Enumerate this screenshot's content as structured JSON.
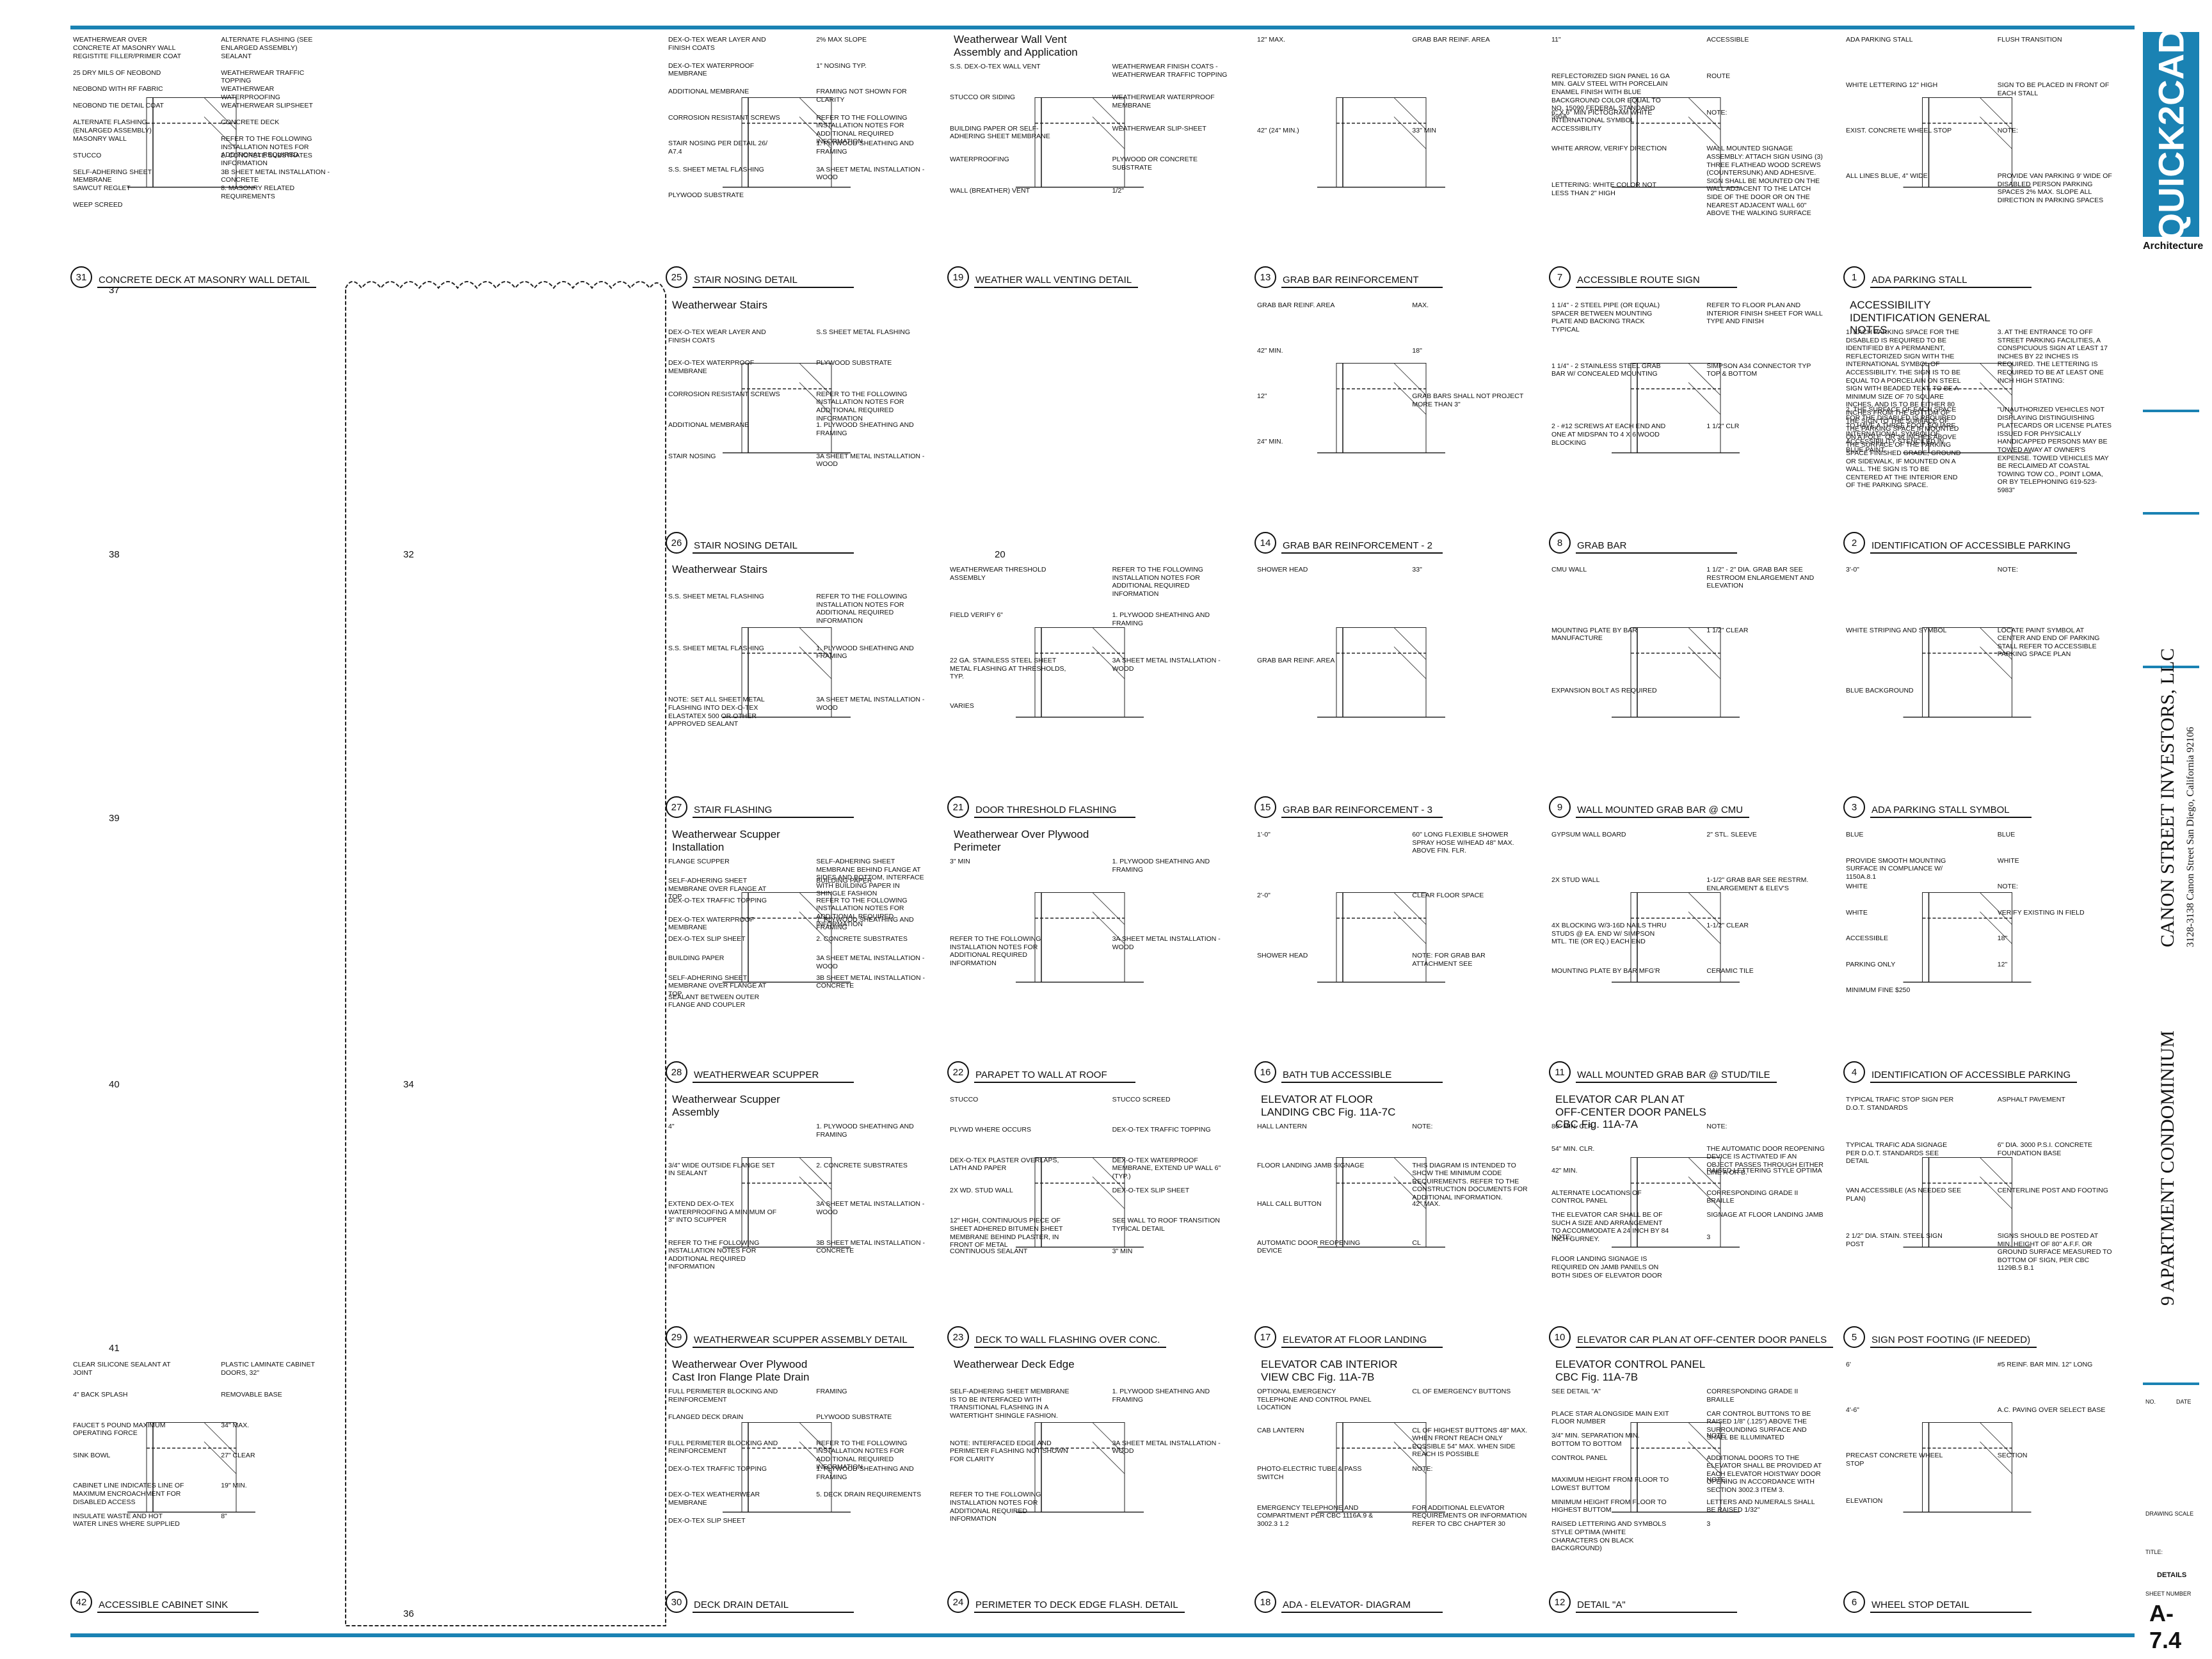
{
  "title_block": {
    "logo": "QUICK2CAD",
    "firm": "Architecture",
    "client": "CANON STREET INVESTORS, LLC",
    "address": "3128-3138 Canon Street San Diego, California 92106",
    "project": "9 APARTMENT CONDOMINIUM",
    "fields": [
      "NO.",
      "DATE",
      "DRAWING SCALE",
      "TITLE:",
      "DETAILS",
      "SHEET NUMBER"
    ],
    "sheet_number": "A-7.4"
  },
  "row_numbers": [
    "37",
    "38",
    "39",
    "40",
    "41",
    "32",
    "34",
    "36",
    "20"
  ],
  "details": [
    {
      "n": "31",
      "title": "CONCRETE DECK AT MASONRY WALL DETAIL",
      "heading": "",
      "notes": [
        "WEATHERWEAR OVER CONCRETE AT MASONRY WALL",
        "REGISTITE FILLER/PRIMER COAT",
        "25 DRY MILS OF NEOBOND",
        "NEOBOND WITH RF FABRIC",
        "NEOBOND TIE DETAIL COAT",
        "ALTERNATE FLASHING (ENLARGED ASSEMBLY)",
        "MASONRY WALL",
        "STUCCO",
        "SELF-ADHERING SHEET MEMBRANE",
        "SAWCUT REGLET",
        "WEEP SCREED",
        "ALTERNATE FLASHING (SEE ENLARGED ASSEMBLY)",
        "SEALANT",
        "WEATHERWEAR TRAFFIC TOPPING",
        "WEATHERWEAR WATERPROOFING",
        "WEATHERWEAR SLIPSHEET",
        "CONCRETE DECK",
        "REFER TO THE FOLLOWING INSTALLATION NOTES FOR ADDITIONAL REQUIRED INFORMATION",
        "2. CONCRETE SUBSTRATES",
        "3B SHEET METAL INSTALLATION - CONCRETE",
        "8. MASONRY RELATED REQUIREMENTS"
      ]
    },
    {
      "n": "25",
      "title": "STAIR NOSING DETAIL",
      "heading": "",
      "notes": [
        "DEX-O-TEX WEAR LAYER AND FINISH COATS",
        "DEX-O-TEX WATERPROOF MEMBRANE",
        "ADDITIONAL MEMBRANE",
        "CORROSION RESISTANT SCREWS",
        "STAIR NOSING PER DETAIL 26/ A7.4",
        "S.S. SHEET METAL FLASHING",
        "PLYWOOD SUBSTRATE",
        "2% MAX SLOPE",
        "1\" NOSING TYP.",
        "FRAMING NOT SHOWN FOR CLARITY",
        "REFER TO THE FOLLOWING INSTALLATION NOTES FOR ADDITIONAL REQUIRED INFORMATION",
        "1. PLYWOOD SHEATHING AND FRAMING",
        "3A SHEET METAL INSTALLATION - WOOD"
      ]
    },
    {
      "n": "19",
      "title": "WEATHER WALL VENTING DETAIL",
      "heading": "Weatherwear Wall Vent Assembly and Application",
      "notes": [
        "S.S. DEX-O-TEX WALL VENT",
        "STUCCO OR SIDING",
        "BUILDING PAPER OR SELF-ADHERING SHEET MEMBRANE",
        "WATERPROOFING",
        "WALL (BREATHER) VENT",
        "WEATHERWEAR FINISH COATS - WEATHERWEAR TRAFFIC TOPPING",
        "WEATHERWEAR WATERPROOF MEMBRANE",
        "WEATHERWEAR SLIP-SHEET",
        "PLYWOOD OR CONCRETE SUBSTRATE",
        "1/2\""
      ]
    },
    {
      "n": "13",
      "title": "GRAB BAR REINFORCEMENT",
      "heading": "",
      "notes": [
        "12\" MAX.",
        "42\" (24\" MIN.)",
        "GRAB BAR REINF. AREA",
        "33\" MIN"
      ]
    },
    {
      "n": "7",
      "title": "ACCESSIBLE ROUTE SIGN",
      "heading": "",
      "notes": [
        "11\"",
        "REFLECTORIZED SIGN PANEL 16 GA MIN. GALV STEEL WITH PORCELAIN ENAMEL FINISH WITH BLUE BACKGROUND COLOR EQUAL TO NO. 15090 FEDERAL STANDARD 595A",
        "6\" X 6\" MIN PICTOGRAM WHITE INTERNATIONAL SYMBOL ACCESSIBILITY",
        "WHITE ARROW, VERIFY DIRECTION",
        "LETTERING: WHITE COLOR NOT LESS THAN 2\" HIGH",
        "ACCESSIBLE",
        "ROUTE",
        "NOTE:",
        "WALL MOUNTED SIGNAGE ASSEMBLY: ATTACH SIGN USING (3) THREE FLATHEAD WOOD SCREWS (COUNTERSUNK) AND ADHESIVE. SIGN SHALL BE MOUNTED ON THE WALL ADJACENT TO THE LATCH SIDE OF THE DOOR OR ON THE NEAREST ADJACENT WALL 60\" ABOVE THE WALKING SURFACE"
      ]
    },
    {
      "n": "1",
      "title": "ADA PARKING STALL",
      "heading": "",
      "notes": [
        "ADA PARKING STALL",
        "WHITE LETTERING 12\" HIGH",
        "EXIST. CONCRETE WHEEL STOP",
        "ALL LINES BLUE, 4\" WIDE",
        "FLUSH TRANSITION",
        "SIGN TO BE PLACED IN FRONT OF EACH STALL",
        "NOTE:",
        "PROVIDE VAN PARKING 9' WIDE OF DISABLED PERSON PARKING SPACES 2% MAX. SLOPE ALL DIRECTION IN PARKING SPACES"
      ]
    },
    {
      "n": "26",
      "title": "STAIR NOSING DETAIL",
      "heading": "Weatherwear Stairs",
      "notes": [
        "DEX-O-TEX WEAR LAYER AND FINISH COATS",
        "DEX-O-TEX WATERPROOF MEMBRANE",
        "CORROSION RESISTANT SCREWS",
        "ADDITIONAL MEMBRANE",
        "STAIR NOSING",
        "S.S SHEET METAL FLASHING",
        "PLYWOOD SUBSTRATE",
        "REFER TO THE FOLLOWING INSTALLATION NOTES FOR ADDITIONAL REQUIRED INFORMATION",
        "1. PLYWOOD SHEATHING AND FRAMING",
        "3A SHEET METAL INSTALLATION - WOOD"
      ]
    },
    {
      "n": "14",
      "title": "GRAB BAR REINFORCEMENT - 2",
      "heading": "",
      "notes": [
        "GRAB BAR REINF. AREA",
        "42\" MIN.",
        "12\"",
        "24\" MIN.",
        "MAX.",
        "18\"",
        "GRAB BARS SHALL NOT PROJECT MORE THAN 3\""
      ]
    },
    {
      "n": "8",
      "title": "GRAB BAR",
      "heading": "",
      "notes": [
        "1 1/4\" - 2 STEEL PIPE (OR EQUAL) SPACER BETWEEN MOUNTING PLATE AND BACKING TRACK TYPICAL",
        "1 1/4\" - 2 STAINLESS STEEL GRAB BAR W/ CONCEALED MOUNTING",
        "2 - #12 SCREWS AT EACH END AND ONE AT MIDSPAN TO 4 x 6 WOOD BLOCKING",
        "REFER TO FLOOR PLAN AND INTERIOR FINISH SHEET FOR WALL TYPE AND FINISH",
        "SIMPSON A34 CONNECTOR TYP TOP & BOTTOM",
        "1 1/2\" CLR"
      ]
    },
    {
      "n": "2",
      "title": "IDENTIFICATION OF ACCESSIBLE PARKING",
      "heading": "ACCESSIBILITY IDENTIFICATION GENERAL NOTES",
      "notes": [
        "1. EACH PARKING SPACE FOR THE DISABLED IS REQUIRED TO BE IDENTIFIED BY A PERMANENT, REFLECTORIZED SIGN WITH THE INTERNATIONAL SYMBOL OF ACCESSIBILITY. THE SIGN IS TO BE EQUAL TO A PORCELAIN ON STEEL SIGN WITH BEADED TEXT, TO BE A MINIMUM SIZE OF 70 SQUARE INCHES, AND IS TO BE EITHER 80 INCHES FROM THE BOTTOM OF THE SIGN TO THE SURFACE OF THE PARKING SPACE IF MOUNTED ON A POLE, OR 36 INCHES ABOVE THE SURFACE OF THE PARKING SPACE FINISHED GRADE, GROUND OR SIDEWALK, IF MOUNTED ON A WALL. THE SIGN IS TO BE CENTERED AT THE INTERIOR END OF THE PARKING SPACE.",
        "2. THE SURFACE OF EACH SPACE FOR THE DISABLED IS REQUIRED TO HAVE A THREE FOOT SQUARE INTERNATIONAL SYMBOL OF ACCESSIBILITY STENCILED IN BLUE PAINT.",
        "3. AT THE ENTRANCE TO OFF STREET PARKING FACILITIES, A CONSPICUOUS SIGN AT LEAST 17 INCHES BY 22 INCHES IS REQUIRED. THE LETTERING IS REQUIRED TO BE AT LEAST ONE INCH HIGH STATING:",
        "\"UNAUTHORIZED VEHICLES NOT DISPLAYING DISTINGUISHING PLATECARDS OR LICENSE PLATES ISSUED FOR PHYSICALLY HANDICAPPED PERSONS MAY BE TOWED AWAY AT OWNER'S EXPENSE. TOWED VEHICLES MAY BE RECLAIMED AT COASTAL TOWING TOW CO., POINT LOMA, OR BY TELEPHONING 619-523-5983\""
      ]
    },
    {
      "n": "27",
      "title": "STAIR FLASHING",
      "heading": "Weatherwear Stairs",
      "notes": [
        "S.S. SHEET METAL FLASHING",
        "S.S. SHEET METAL FLASHING",
        "NOTE: SET ALL SHEET METAL FLASHING INTO DEX-O-TEX ELASTATEX 500 OR OTHER APPROVED SEALANT",
        "REFER TO THE FOLLOWING INSTALLATION NOTES FOR ADDITIONAL REQUIRED INFORMATION",
        "1. PLYWOOD SHEATHING AND FRAMING",
        "3A SHEET METAL INSTALLATION - WOOD"
      ]
    },
    {
      "n": "21",
      "title": "DOOR THRESHOLD FLASHING",
      "heading": "",
      "notes": [
        "WEATHERWEAR THRESHOLD ASSEMBLY",
        "FIELD VERIFY 6\"",
        "22 GA. STAINLESS STEEL SHEET METAL FLASHING AT THRESHOLDS, TYP.",
        "VARIES",
        "REFER TO THE FOLLOWING INSTALLATION NOTES FOR ADDITIONAL REQUIRED INFORMATION",
        "1. PLYWOOD SHEATHING AND FRAMING",
        "3A SHEET METAL INSTALLATION - WOOD"
      ]
    },
    {
      "n": "15",
      "title": "GRAB BAR REINFORCEMENT - 3",
      "heading": "",
      "notes": [
        "SHOWER HEAD",
        "GRAB BAR REINF. AREA",
        "33\""
      ]
    },
    {
      "n": "9",
      "title": "WALL MOUNTED GRAB BAR @ CMU",
      "heading": "",
      "notes": [
        "CMU WALL",
        "MOUNTING PLATE BY BAR MANUFACTURE",
        "EXPANSION BOLT AS REQUIRED",
        "1 1/2\" - 2\" DIA. GRAB BAR SEE RESTROOM ENLARGEMENT AND ELEVATION",
        "1 1/2\" CLEAR"
      ]
    },
    {
      "n": "3",
      "title": "ADA PARKING STALL SYMBOL",
      "heading": "",
      "notes": [
        "3'-0\"",
        "WHITE STRIPING AND SYMBOL",
        "BLUE BACKGROUND",
        "NOTE:",
        "LOCATE PAINT SYMBOL AT CENTER AND END OF PARKING STALL REFER TO ACCESSIBLE PARKING SPACE PLAN"
      ]
    },
    {
      "n": "28",
      "title": "WEATHERWEAR SCUPPER",
      "heading": "Weatherwear Scupper Installation",
      "notes": [
        "FLANGE SCUPPER",
        "SELF-ADHERING SHEET MEMBRANE OVER FLANGE AT TOP",
        "DEX-O-TEX TRAFFIC TOPPING",
        "DEX-O-TEX WATERPROOF MEMBRANE",
        "DEX-O-TEX SLIP SHEET",
        "BUILDING PAPER",
        "SELF-ADHERING SHEET MEMBRANE OVER FLANGE AT TOP",
        "SEALANT BETWEEN OUTER FLANGE AND COUPLER",
        "SELF-ADHERING SHEET MEMBRANE BEHIND FLANGE AT SIDES AND BOTTOM, INTERFACE WITH BUILDING PAPER IN SHINGLE FASHION",
        "BUILDING PAPER",
        "REFER TO THE FOLLOWING INSTALLATION NOTES FOR ADDITIONAL REQUIRED INFORMATION",
        "1. PLYWOOD SHEATHING AND FRAMING",
        "2. CONCRETE SUBSTRATES",
        "3A SHEET METAL INSTALLATION - WOOD",
        "3B SHEET METAL INSTALLATION - CONCRETE"
      ]
    },
    {
      "n": "22",
      "title": "PARAPET TO WALL AT ROOF",
      "heading": "Weatherwear Over Plywood Perimeter",
      "notes": [
        "3\" MIN",
        "REFER TO THE FOLLOWING INSTALLATION NOTES FOR ADDITIONAL REQUIRED INFORMATION",
        "1. PLYWOOD SHEATHING AND FRAMING",
        "3A SHEET METAL INSTALLATION - WOOD"
      ]
    },
    {
      "n": "16",
      "title": "BATH TUB ACCESSIBLE",
      "heading": "",
      "notes": [
        "1'-0\"",
        "2'-0\"",
        "SHOWER HEAD",
        "60\" LONG FLEXIBLE SHOWER SPRAY HOSE W/HEAD 48\" MAX. ABOVE FIN. FLR.",
        "CLEAR FLOOR SPACE",
        "NOTE: FOR GRAB BAR ATTACHMENT SEE"
      ]
    },
    {
      "n": "11",
      "title": "WALL MOUNTED GRAB BAR @ STUD/TILE",
      "heading": "",
      "notes": [
        "GYPSUM WALL BOARD",
        "2X STUD WALL",
        "4X BLOCKING W/3-16d NAILS THRU STUDS @ EA. END W/ SIMPSON MTL. TIE (OR EQ.) EACH END",
        "MOUNTING PLATE BY BAR MFG'R",
        "2\" STL. SLEEVE",
        "1-1/2\" GRAB BAR SEE RESTRM. ENLARGEMENT & ELEV'S",
        "1-1/2\" CLEAR",
        "CERAMIC TILE"
      ]
    },
    {
      "n": "4",
      "title": "IDENTIFICATION OF ACCESSIBLE PARKING",
      "heading": "",
      "notes": [
        "BLUE",
        "PROVIDE SMOOTH MOUNTING SURFACE IN COMPLIANCE W/ 1150A.8.1",
        "WHITE",
        "WHITE",
        "ACCESSIBLE",
        "PARKING ONLY",
        "MINIMUM FINE $250",
        "BLUE",
        "WHITE",
        "NOTE:",
        "VERIFY EXISTING IN FIELD",
        "18\"",
        "12\""
      ]
    },
    {
      "n": "29",
      "title": "WEATHERWEAR SCUPPER ASSEMBLY DETAIL",
      "heading": "Weatherwear Scupper Assembly",
      "notes": [
        "4\"",
        "3/4\" WIDE OUTSIDE FLANGE SET IN SEALANT",
        "EXTEND DEX-O-TEX WATERPROOFING A MINIMUM OF 3\" INTO SCUPPER",
        "REFER TO THE FOLLOWING INSTALLATION NOTES FOR ADDITIONAL REQUIRED INFORMATION",
        "1. PLYWOOD SHEATHING AND FRAMING",
        "2. CONCRETE SUBSTRATES",
        "3A SHEET METAL INSTALLATION - WOOD",
        "3B SHEET METAL INSTALLATION - CONCRETE"
      ]
    },
    {
      "n": "23",
      "title": "DECK TO WALL FLASHING OVER CONC.",
      "heading": "",
      "notes": [
        "STUCCO",
        "PLYWD WHERE OCCURS",
        "DEX-O-TEX PLASTER OVERLAPS, LATH AND PAPER",
        "2X WD. STUD WALL",
        "12\" HIGH, CONTINUOUS PIECE OF SHEET ADHERED BITUMEN SHEET MEMBRANE BEHIND PLASTER, IN FRONT OF METAL",
        "CONTINUOUS SEALANT",
        "STUCCO SCREED",
        "DEX-O-TEX TRAFFIC TOPPING",
        "DEX-O-TEX WATERPROOF MEMBRANE, EXTEND UP WALL 6\" (TYP.)",
        "DEX-O-TEX SLIP SHEET",
        "SEE WALL TO ROOF TRANSITION TYPICAL DETAIL",
        "3\" MIN"
      ]
    },
    {
      "n": "17",
      "title": "ELEVATOR AT FLOOR LANDING",
      "heading": "ELEVATOR AT FLOOR LANDING CBC Fig. 11A-7C",
      "notes": [
        "HALL LANTERN",
        "FLOOR LANDING JAMB SIGNAGE",
        "HALL CALL BUTTON",
        "AUTOMATIC DOOR REOPENING DEVICE",
        "NOTE:",
        "THIS DIAGRAM IS INTENDED TO SHOW THE MINIMUM CODE REQUIREMENTS. REFER TO THE CONSTRUCTION DOCUMENTS FOR ADDITIONAL INFORMATION.",
        "42\" MAX.",
        "CL"
      ]
    },
    {
      "n": "10",
      "title": "ELEVATOR CAR PLAN AT OFF-CENTER DOOR PANELS",
      "heading": "ELEVATOR CAR PLAN AT OFF-CENTER DOOR PANELS CBC Fig. 11A-7A",
      "notes": [
        "80\" MIN. CLR.",
        "54\" MIN. CLR.",
        "42\" MIN.",
        "ALTERNATE LOCATIONS OF CONTROL PANEL",
        "The elevator car shall be of such a size and arrangement to accommodate a 24 inch by 84 inch gurney.",
        "NOTE:",
        "FLOOR LANDING SIGNAGE IS REQUIRED ON JAMB PANELS ON BOTH SIDES OF ELEVATOR DOOR",
        "NOTE:",
        "THE AUTOMATIC DOOR REOPENING DEVICE IS ACTIVATED IF AN OBJECT PASSES THROUGH EITHER LINE A OR B.",
        "RAISED LETTERING STYLE OPTIMA",
        "CORRESPONDING GRADE II BRAILLE",
        "SIGNAGE AT FLOOR LANDING JAMB",
        "3"
      ]
    },
    {
      "n": "5",
      "title": "SIGN POST FOOTING (IF NEEDED)",
      "heading": "",
      "notes": [
        "TYPICAL TRAFIC STOP SIGN PER D.O.T. STANDARDS",
        "TYPICAL TRAFIC ADA SIGNAGE PER D.O.T. STANDARDS SEE DETAIL",
        "VAN ACCESSIBLE (AS NEEDED SEE PLAN)",
        "2 1/2\" DIA. STAIN. STEEL SIGN POST",
        "ASPHALT PAVEMENT",
        "6\" DIA. 3000 p.s.i. CONCRETE FOUNDATION BASE",
        "CENTERLINE POST AND FOOTING",
        "SIGNS SHOULD BE POSTED AT MIN. HEIGHT OF 80\" A.F.F. OR GROUND SURFACE MEASURED TO BOTTOM OF SIGN, PER CBC 1129B.5 B.1"
      ]
    },
    {
      "n": "42",
      "title": "ACCESSIBLE CABINET SINK",
      "heading": "",
      "notes": [
        "CLEAR SILICONE SEALANT AT JOINT",
        "4\" BACK SPLASH",
        "FAUCET 5 POUND MAXIMUM OPERATING FORCE",
        "SINK BOWL",
        "CABINET LINE INDICATES LINE OF MAXIMUM ENCROACHMENT FOR DISABLED ACCESS",
        "INSULATE WASTE AND HOT WATER LINES WHERE SUPPLIED",
        "PLASTIC LAMINATE CABINET DOORS, 32\"",
        "REMOVABLE BASE",
        "34\" MAX.",
        "27\" CLEAR",
        "19\" MIN.",
        "8\""
      ]
    },
    {
      "n": "30",
      "title": "DECK DRAIN DETAIL",
      "heading": "Weatherwear Over Plywood Cast Iron Flange Plate Drain",
      "notes": [
        "FULL PERIMETER BLOCKING AND REINFORCEMENT",
        "FLANGED DECK DRAIN",
        "FULL PERIMETER BLOCKING AND REINFORCEMENT",
        "DEX-O-TEX TRAFFIC TOPPING",
        "DEX-O-TEX WEATHERWEAR MEMBRANE",
        "DEX-O-TEX SLIP SHEET",
        "FRAMING",
        "PLYWOOD SUBSTRATE",
        "REFER TO THE FOLLOWING INSTALLATION NOTES FOR ADDITIONAL REQUIRED INFORMATION",
        "1. PLYWOOD SHEATHING AND FRAMING",
        "5. DECK DRAIN REQUIREMENTS"
      ]
    },
    {
      "n": "24",
      "title": "PERIMETER TO DECK EDGE FLASH. DETAIL",
      "heading": "Weatherwear Deck Edge",
      "notes": [
        "SELF-ADHERING SHEET MEMBRANE IS TO BE INTERFACED WITH TRANSITIONAL FLASHING IN A WATERTIGHT SHINGLE FASHION.",
        "NOTE: INTERFACED EDGE AND PERIMETER FLASHING NOT SHOWN FOR CLARITY",
        "REFER TO THE FOLLOWING INSTALLATION NOTES FOR ADDITIONAL REQUIRED INFORMATION",
        "1. PLYWOOD SHEATHING AND FRAMING",
        "3A SHEET METAL INSTALLATION - WOOD"
      ]
    },
    {
      "n": "18",
      "title": "ADA - ELEVATOR- DIAGRAM",
      "heading": "ELEVATOR CAB INTERIOR VIEW CBC Fig. 11A-7B",
      "notes": [
        "OPTIONAL EMERGENCY TELEPHONE AND CONTROL PANEL LOCATION",
        "CAB LANTERN",
        "PHOTO-ELECTRIC TUBE & PASS SWITCH",
        "EMERGENCY TELEPHONE AND COMPARTMENT PER CBC 1116A.9 & 3002.3 1.2",
        "CL OF EMERGENCY BUTTONS",
        "CL OF HIGHEST BUTTONS 48\" MAX. WHEN FRONT REACH ONLY POSSIBLE 54\" MAX. WHEN SIDE REACH IS POSSIBLE",
        "NOTE:",
        "FOR ADDITIONAL ELEVATOR REQUIREMENTS OR INFORMATION REFER TO CBC CHAPTER 30"
      ]
    },
    {
      "n": "12",
      "title": "DETAIL \"A\"",
      "heading": "ELEVATOR CONTROL PANEL CBC Fig. 11A-7B",
      "notes": [
        "SEE DETAIL \"A\"",
        "PLACE STAR ALONGSIDE MAIN EXIT FLOOR NUMBER",
        "3/4\" MIN. SEPARATION MIN. BOTTOM TO BOTTOM",
        "CONTROL PANEL",
        "MAXIMUM HEIGHT FROM FLOOR TO LOWEST BUTTOM",
        "MINIMUM HEIGHT FROM FLOOR TO HIGHEST BUTTOM",
        "RAISED LETTERING AND SYMBOLS STYLE OPTIMA (WHITE CHARACTERS ON BLACK BACKGROUND)",
        "CORRESPONDING GRADE II BRAILLE",
        "CAR CONTROL BUTTONS TO BE RAISED 1/8\" (.125\") ABOVE THE SURROUNDING SURFACE AND SHALL BE ILLUMINATED",
        "NOTE:",
        "ADDITIONAL DOORS TO THE ELEVATOR SHALL BE PROVIDED AT EACH ELEVATOR HOISTWAY DOOR OPENING IN ACCORDANCE WITH SECTION 3002.3 ITEM 3.",
        "NOTE:",
        "LETTERS AND NUMERALS SHALL BE RAISED 1/32\"",
        "3"
      ]
    },
    {
      "n": "6",
      "title": "WHEEL STOP DETAIL",
      "heading": "",
      "notes": [
        "6'",
        "4'-6\"",
        "PRECAST CONCRETE WHEEL STOP",
        "ELEVATION",
        "#5 REINF. BAR MIN. 12\" LONG",
        "A.C. PAVING OVER SELECT BASE",
        "SECTION"
      ]
    }
  ]
}
